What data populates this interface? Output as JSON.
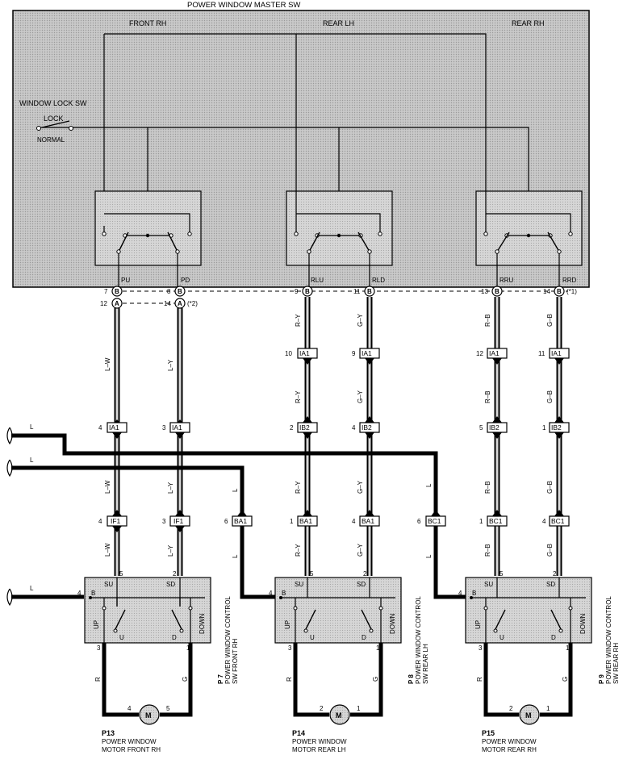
{
  "master": {
    "title": "POWER WINDOW MASTER SW",
    "front_rh": "FRONT RH",
    "rear_lh": "REAR LH",
    "rear_rh": "REAR RH",
    "window_lock_sw": "WINDOW LOCK SW",
    "lock": "LOCK",
    "normal": "NORMAL",
    "pins": {
      "pu": "PU",
      "pd": "PD",
      "rlu": "RLU",
      "rld": "RLD",
      "rru": "RRU",
      "rrd": "RRD"
    }
  },
  "pins_b": [
    {
      "num": "7",
      "code": "B"
    },
    {
      "num": "8",
      "code": "B"
    },
    {
      "num": "9",
      "code": "B"
    },
    {
      "num": "11",
      "code": "B"
    },
    {
      "num": "13",
      "code": "B"
    },
    {
      "num": "14",
      "code": "B"
    }
  ],
  "pins_a": [
    {
      "num": "12",
      "code": "A"
    },
    {
      "num": "14",
      "code": "A"
    }
  ],
  "notes": {
    "plus2": "(*2)",
    "plus1": "(*1)"
  },
  "wire_colors": {
    "lw": "L–W",
    "ly": "L–Y",
    "ry": "R–Y",
    "gy": "G–Y",
    "rb": "R–B",
    "gb": "G–B",
    "l": "L",
    "r": "R",
    "g": "G"
  },
  "connectors": {
    "ia1_10": {
      "num": "10",
      "name": "IA1"
    },
    "ia1_9": {
      "num": "9",
      "name": "IA1"
    },
    "ia1_12": {
      "num": "12",
      "name": "IA1"
    },
    "ia1_11": {
      "num": "11",
      "name": "IA1"
    },
    "ia1_4": {
      "num": "4",
      "name": "IA1"
    },
    "ia1_3": {
      "num": "3",
      "name": "IA1"
    },
    "ib2_2": {
      "num": "2",
      "name": "IB2"
    },
    "ib2_4": {
      "num": "4",
      "name": "IB2"
    },
    "ib2_5": {
      "num": "5",
      "name": "IB2"
    },
    "ib2_1": {
      "num": "1",
      "name": "IB2"
    },
    "if1_4": {
      "num": "4",
      "name": "IF1"
    },
    "if1_3": {
      "num": "3",
      "name": "IF1"
    },
    "ba1_6": {
      "num": "6",
      "name": "BA1"
    },
    "ba1_1": {
      "num": "1",
      "name": "BA1"
    },
    "ba1_4": {
      "num": "4",
      "name": "BA1"
    },
    "bc1_6": {
      "num": "6",
      "name": "BC1"
    },
    "bc1_1": {
      "num": "1",
      "name": "BC1"
    },
    "bc1_4": {
      "num": "4",
      "name": "BC1"
    }
  },
  "switches": {
    "p7": {
      "code": "P 7",
      "line1": "POWER WINDOW CONTROL",
      "line2": "SW FRONT RH"
    },
    "p8": {
      "code": "P 8",
      "line1": "POWER WINDOW CONTROL",
      "line2": "SW REAR LH"
    },
    "p9": {
      "code": "P 9",
      "line1": "POWER WINDOW CONTROL",
      "line2": "SW REAR RH"
    },
    "su": "SU",
    "sd": "SD",
    "b": "B",
    "u": "U",
    "d": "D",
    "up": "UP",
    "down": "DOWN",
    "pin5": "5",
    "pin2": "2",
    "pin4": "4",
    "pin3": "3",
    "pin1": "1"
  },
  "motors": {
    "p13": {
      "code": "P13",
      "line1": "POWER WINDOW",
      "line2": "MOTOR FRONT RH",
      "pin_left": "4",
      "pin_right": "5"
    },
    "p14": {
      "code": "P14",
      "line1": "POWER WINDOW",
      "line2": "MOTOR REAR LH",
      "pin_left": "2",
      "pin_right": "1"
    },
    "p15": {
      "code": "P15",
      "line1": "POWER WINDOW",
      "line2": "MOTOR REAR RH",
      "pin_left": "2",
      "pin_right": "1"
    },
    "m": "M"
  },
  "harness_pins": {
    "p4": "4",
    "p6": "6"
  }
}
